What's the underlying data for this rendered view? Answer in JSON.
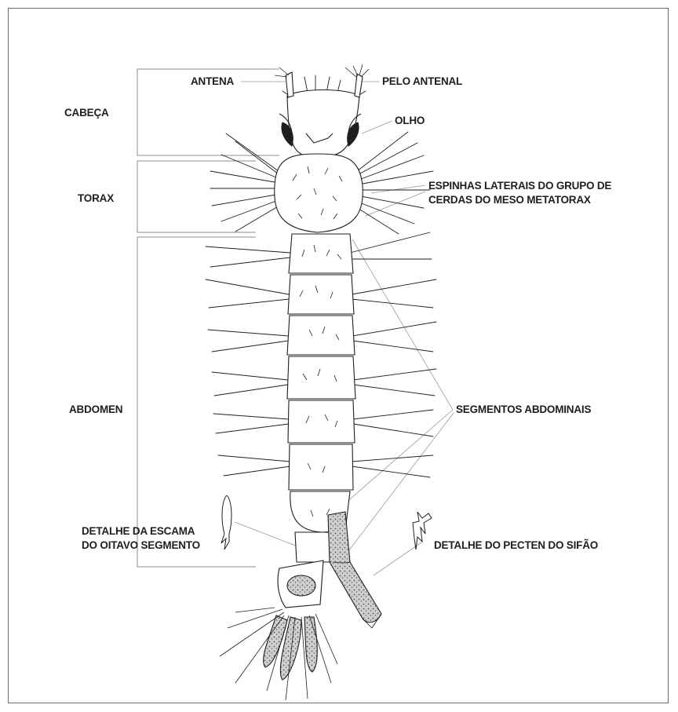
{
  "labels": {
    "cabeca": "CABEÇA",
    "torax": "TORAX",
    "abdomen": "ABDOMEN",
    "antena": "ANTENA",
    "pelo_antenal": "PELO ANTENAL",
    "olho": "OLHO",
    "espinhas_l1": "ESPINHAS LATERAIS DO GRUPO DE",
    "espinhas_l2": "CERDAS DO MESO METATORAX",
    "segmentos": "SEGMENTOS ABDOMINAIS",
    "escama_l1": "DETALHE DA ESCAMA",
    "escama_l2": "DO OITAVO SEGMENTO",
    "pecten": "DETALHE DO PECTEN DO SIFÃO"
  },
  "colors": {
    "ink": "#1e1e1e",
    "leader": "#9a9a9a",
    "bracket": "#8c8c8c",
    "frame": "#6a6a6a",
    "siphon_fill": "#bdbdbd",
    "stipple": "#555555"
  }
}
